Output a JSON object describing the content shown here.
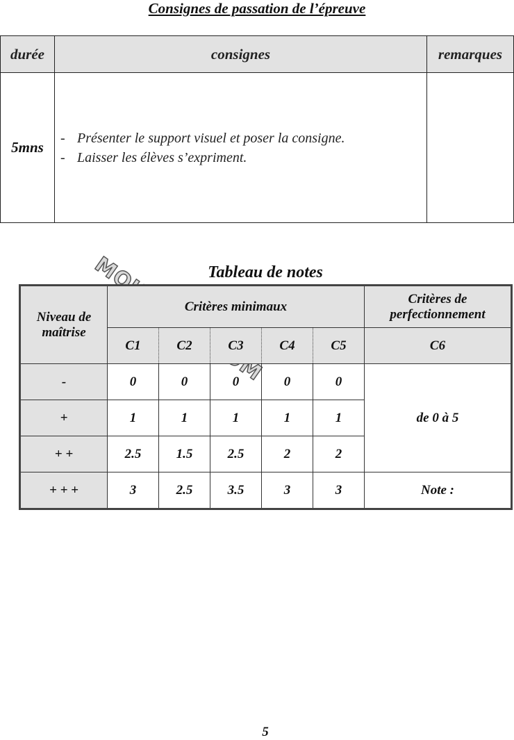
{
  "page": {
    "title": "Consignes de passation de l’épreuve",
    "page_number": "5",
    "watermark": "MOURAJAA.COM"
  },
  "consignes_table": {
    "headers": {
      "duree": "durée",
      "consignes": "consignes",
      "remarques": "remarques"
    },
    "row": {
      "duree": "5mns",
      "items": [
        "Présenter le support visuel et poser la consigne.",
        "Laisser les élèves s’expriment."
      ],
      "remarques": ""
    }
  },
  "notes_table": {
    "title": "Tableau de notes",
    "niveau_header": "Niveau de maîtrise",
    "criteres_minimaux_header": "Critères minimaux",
    "criteres_perfectionnement_header": "Critères de perfectionnement",
    "criteria": [
      "C1",
      "C2",
      "C3",
      "C4",
      "C5"
    ],
    "c6_label": "C6",
    "rows": [
      {
        "niveau": "-",
        "values": [
          "0",
          "0",
          "0",
          "0",
          "0"
        ]
      },
      {
        "niveau": "+",
        "values": [
          "1",
          "1",
          "1",
          "1",
          "1"
        ]
      },
      {
        "niveau": "+ +",
        "values": [
          "2.5",
          "1.5",
          "2.5",
          "2",
          "2"
        ]
      },
      {
        "niveau": "+ + +",
        "values": [
          "3",
          "2.5",
          "3.5",
          "3",
          "3"
        ]
      }
    ],
    "c6_range": "de 0 à 5",
    "note_label": "Note :"
  }
}
